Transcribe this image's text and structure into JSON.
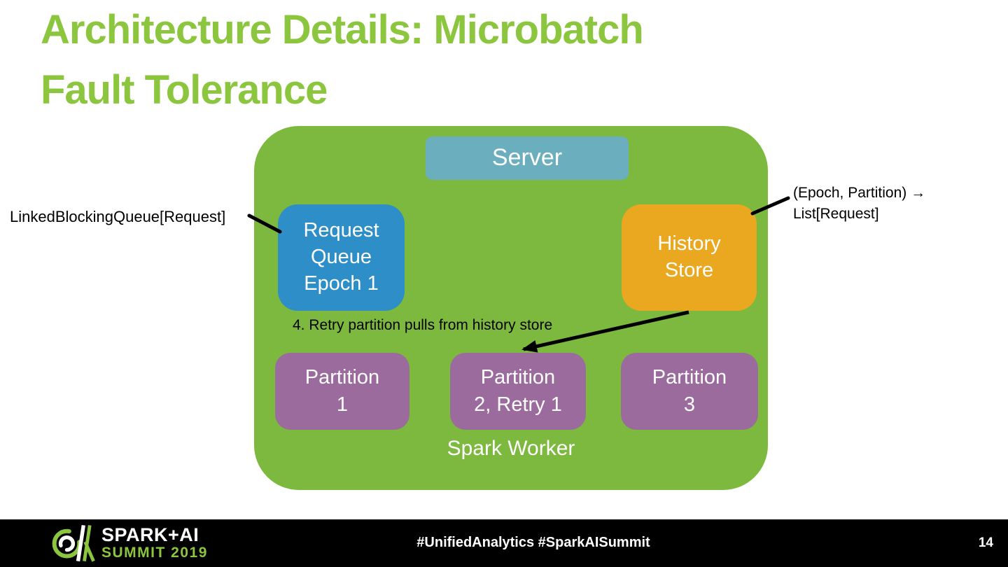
{
  "slide": {
    "title": "Architecture Details: Microbatch\nFault Tolerance"
  },
  "diagram": {
    "server_label": "Server",
    "request_queue_label": "Request\nQueue\nEpoch 1",
    "history_store_label": "History\nStore",
    "retry_note": "4. Retry partition pulls from history store",
    "partitions": [
      "Partition\n1",
      "Partition\n2, Retry 1",
      "Partition\n3"
    ],
    "worker_label": "Spark Worker",
    "annotations": {
      "left": "LinkedBlockingQueue[Request]",
      "right": "(Epoch, Partition) →\nList[Request]"
    }
  },
  "footer": {
    "logo_title": "SPARK+AI",
    "logo_subtitle": "SUMMIT 2019",
    "hashtags": "#UnifiedAnalytics #SparkAISummit",
    "page_number": "14"
  },
  "colors": {
    "title_green": "#8CC63F",
    "container_green": "#7CB93E",
    "server_teal": "#6BAEBE",
    "queue_blue": "#2D8EC8",
    "history_orange": "#EAA820",
    "partition_purple": "#9C6B9E",
    "connector_black": "#000000",
    "footer_bg": "#000000",
    "box_text_white": "#FFFFFF"
  }
}
